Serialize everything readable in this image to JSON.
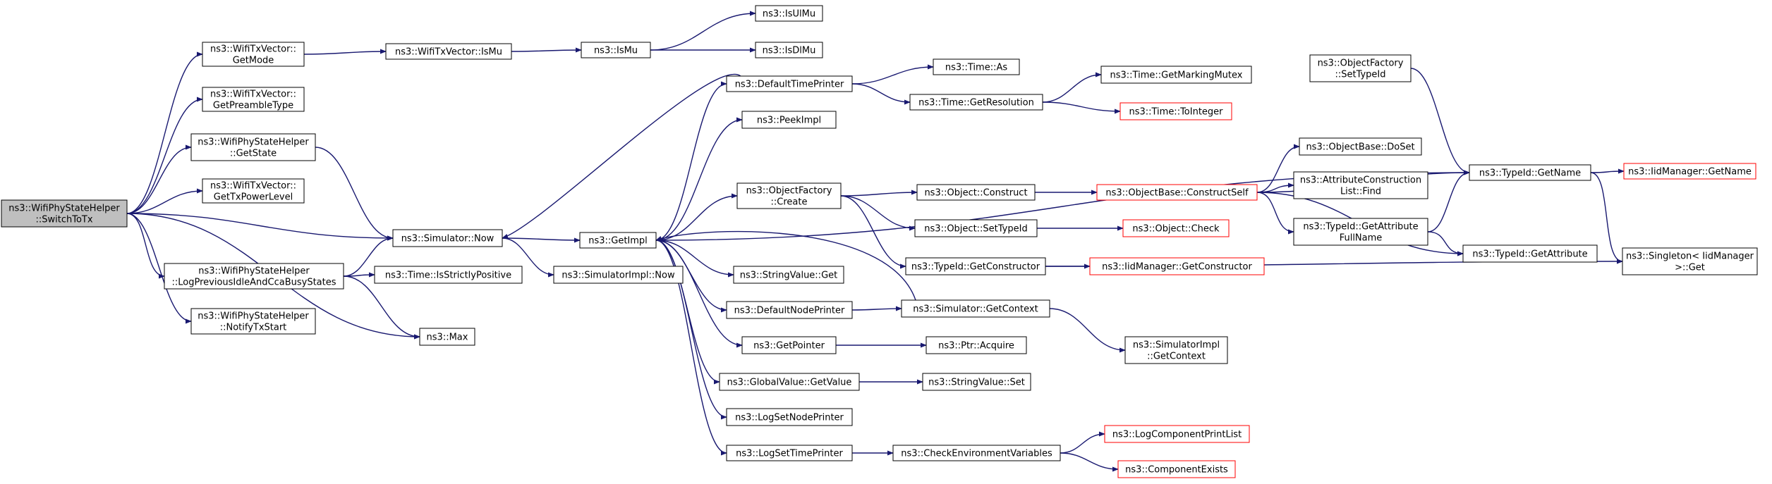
{
  "colors": {
    "edge": "#191970",
    "node_border": "#000000",
    "truncated_border": "#ff0000",
    "root_fill": "#bfbfbf",
    "node_fill": "#ffffff"
  },
  "nodes": [
    {
      "id": "root",
      "lines": [
        "ns3::WifiPhyStateHelper",
        "::SwitchToTx"
      ],
      "kind": "root"
    },
    {
      "id": "getmode",
      "lines": [
        "ns3::WifiTxVector::",
        "GetMode"
      ]
    },
    {
      "id": "getpreamble",
      "lines": [
        "ns3::WifiTxVector::",
        "GetPreambleType"
      ]
    },
    {
      "id": "getstate",
      "lines": [
        "ns3::WifiPhyStateHelper",
        "::GetState"
      ]
    },
    {
      "id": "gettxpower",
      "lines": [
        "ns3::WifiTxVector::",
        "GetTxPowerLevel"
      ]
    },
    {
      "id": "logprev",
      "lines": [
        "ns3::WifiPhyStateHelper",
        "::LogPreviousIdleAndCcaBusyStates"
      ]
    },
    {
      "id": "notifytx",
      "lines": [
        "ns3::WifiPhyStateHelper",
        "::NotifyTxStart"
      ]
    },
    {
      "id": "wtxismu",
      "lines": [
        "ns3::WifiTxVector::IsMu"
      ]
    },
    {
      "id": "ismu",
      "lines": [
        "ns3::IsMu"
      ]
    },
    {
      "id": "isulmu",
      "lines": [
        "ns3::IsUlMu"
      ]
    },
    {
      "id": "isdlmu",
      "lines": [
        "ns3::IsDlMu"
      ]
    },
    {
      "id": "simnow",
      "lines": [
        "ns3::Simulator::Now"
      ]
    },
    {
      "id": "isstrict",
      "lines": [
        "ns3::Time::IsStrictlyPositive"
      ]
    },
    {
      "id": "max",
      "lines": [
        "ns3::Max"
      ]
    },
    {
      "id": "getimpl",
      "lines": [
        "ns3::GetImpl"
      ]
    },
    {
      "id": "simimplnow",
      "lines": [
        "ns3::SimulatorImpl::Now"
      ]
    },
    {
      "id": "deftime",
      "lines": [
        "ns3::DefaultTimePrinter"
      ]
    },
    {
      "id": "peekimpl",
      "lines": [
        "ns3::PeekImpl"
      ]
    },
    {
      "id": "objfactcreate",
      "lines": [
        "ns3::ObjectFactory",
        "::Create"
      ]
    },
    {
      "id": "strvalget",
      "lines": [
        "ns3::StringValue::Get"
      ]
    },
    {
      "id": "defnode",
      "lines": [
        "ns3::DefaultNodePrinter"
      ]
    },
    {
      "id": "getpointer",
      "lines": [
        "ns3::GetPointer"
      ]
    },
    {
      "id": "gvgetvalue",
      "lines": [
        "ns3::GlobalValue::GetValue"
      ]
    },
    {
      "id": "logsetnode",
      "lines": [
        "ns3::LogSetNodePrinter"
      ]
    },
    {
      "id": "logsettime",
      "lines": [
        "ns3::LogSetTimePrinter"
      ]
    },
    {
      "id": "timeas",
      "lines": [
        "ns3::Time::As"
      ]
    },
    {
      "id": "timegetres",
      "lines": [
        "ns3::Time::GetResolution"
      ]
    },
    {
      "id": "getmarking",
      "lines": [
        "ns3::Time::GetMarkingMutex"
      ]
    },
    {
      "id": "tointeger",
      "lines": [
        "ns3::Time::ToInteger"
      ],
      "kind": "truncated"
    },
    {
      "id": "objconstruct",
      "lines": [
        "ns3::Object::Construct"
      ]
    },
    {
      "id": "objsettypeid",
      "lines": [
        "ns3::Object::SetTypeId"
      ]
    },
    {
      "id": "typeidgetctor",
      "lines": [
        "ns3::TypeId::GetConstructor"
      ]
    },
    {
      "id": "simgetctx",
      "lines": [
        "ns3::Simulator::GetContext"
      ]
    },
    {
      "id": "ptracquire",
      "lines": [
        "ns3::Ptr::Acquire"
      ]
    },
    {
      "id": "strvalset",
      "lines": [
        "ns3::StringValue::Set"
      ]
    },
    {
      "id": "checkenv",
      "lines": [
        "ns3::CheckEnvironmentVariables"
      ]
    },
    {
      "id": "objbasecs",
      "lines": [
        "ns3::ObjectBase::ConstructSelf"
      ],
      "kind": "truncated"
    },
    {
      "id": "objcheck",
      "lines": [
        "ns3::Object::Check"
      ],
      "kind": "truncated"
    },
    {
      "id": "iidgetctor",
      "lines": [
        "ns3::IidManager::GetConstructor"
      ],
      "kind": "truncated"
    },
    {
      "id": "simimplctx",
      "lines": [
        "ns3::SimulatorImpl",
        "::GetContext"
      ]
    },
    {
      "id": "logcomplist",
      "lines": [
        "ns3::LogComponentPrintList"
      ],
      "kind": "truncated"
    },
    {
      "id": "compexists",
      "lines": [
        "ns3::ComponentExists"
      ],
      "kind": "truncated"
    },
    {
      "id": "objfactsettid",
      "lines": [
        "ns3::ObjectFactory",
        "::SetTypeId"
      ]
    },
    {
      "id": "objbasedoset",
      "lines": [
        "ns3::ObjectBase::DoSet"
      ]
    },
    {
      "id": "attrconsfind",
      "lines": [
        "ns3::AttributeConstruction",
        "List::Find"
      ]
    },
    {
      "id": "typeidgetattrfull",
      "lines": [
        "ns3::TypeId::GetAttribute",
        "FullName"
      ]
    },
    {
      "id": "typeidgetname",
      "lines": [
        "ns3::TypeId::GetName"
      ]
    },
    {
      "id": "typeidgetattr",
      "lines": [
        "ns3::TypeId::GetAttribute"
      ]
    },
    {
      "id": "iidgetname",
      "lines": [
        "ns3::IidManager::GetName"
      ],
      "kind": "truncated"
    },
    {
      "id": "singleton",
      "lines": [
        "ns3::Singleton< IidManager",
        ">::Get"
      ]
    }
  ],
  "edges": [
    [
      "root",
      "getmode"
    ],
    [
      "root",
      "getpreamble"
    ],
    [
      "root",
      "getstate"
    ],
    [
      "root",
      "gettxpower"
    ],
    [
      "root",
      "simnow"
    ],
    [
      "root",
      "logprev"
    ],
    [
      "root",
      "notifytx"
    ],
    [
      "root",
      "max"
    ],
    [
      "getmode",
      "wtxismu"
    ],
    [
      "wtxismu",
      "ismu"
    ],
    [
      "ismu",
      "isulmu"
    ],
    [
      "ismu",
      "isdlmu"
    ],
    [
      "getstate",
      "simnow"
    ],
    [
      "logprev",
      "simnow"
    ],
    [
      "logprev",
      "isstrict"
    ],
    [
      "logprev",
      "max"
    ],
    [
      "simnow",
      "getimpl"
    ],
    [
      "simnow",
      "simimplnow"
    ],
    [
      "getimpl",
      "deftime"
    ],
    [
      "getimpl",
      "peekimpl"
    ],
    [
      "getimpl",
      "objfactcreate"
    ],
    [
      "getimpl",
      "strvalget"
    ],
    [
      "getimpl",
      "defnode"
    ],
    [
      "getimpl",
      "getpointer"
    ],
    [
      "getimpl",
      "gvgetvalue"
    ],
    [
      "getimpl",
      "logsetnode"
    ],
    [
      "getimpl",
      "logsettime"
    ],
    [
      "getimpl",
      "typeidgetname"
    ],
    [
      "deftime",
      "simnow"
    ],
    [
      "deftime",
      "timeas"
    ],
    [
      "deftime",
      "timegetres"
    ],
    [
      "timegetres",
      "getmarking"
    ],
    [
      "timegetres",
      "tointeger"
    ],
    [
      "objfactcreate",
      "objconstruct"
    ],
    [
      "objfactcreate",
      "objsettypeid"
    ],
    [
      "objfactcreate",
      "typeidgetctor"
    ],
    [
      "objconstruct",
      "objbasecs"
    ],
    [
      "objsettypeid",
      "objcheck"
    ],
    [
      "typeidgetctor",
      "iidgetctor"
    ],
    [
      "typeidgetctor",
      "singleton"
    ],
    [
      "defnode",
      "simgetctx"
    ],
    [
      "simgetctx",
      "getimpl"
    ],
    [
      "simgetctx",
      "simimplctx"
    ],
    [
      "getpointer",
      "ptracquire"
    ],
    [
      "gvgetvalue",
      "strvalset"
    ],
    [
      "logsettime",
      "checkenv"
    ],
    [
      "checkenv",
      "logcomplist"
    ],
    [
      "checkenv",
      "compexists"
    ],
    [
      "objbasecs",
      "objbasedoset"
    ],
    [
      "objbasecs",
      "attrconsfind"
    ],
    [
      "objbasecs",
      "typeidgetattrfull"
    ],
    [
      "objbasecs",
      "typeidgetname"
    ],
    [
      "objbasecs",
      "typeidgetattr"
    ],
    [
      "typeidgetattrfull",
      "typeidgetname"
    ],
    [
      "typeidgetattrfull",
      "typeidgetattr"
    ],
    [
      "objfactsettid",
      "typeidgetname"
    ],
    [
      "typeidgetname",
      "iidgetname"
    ],
    [
      "typeidgetname",
      "singleton"
    ]
  ]
}
